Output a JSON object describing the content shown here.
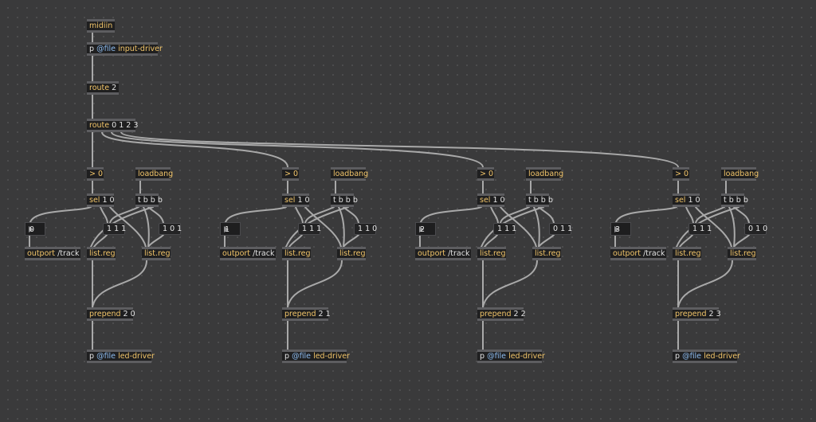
{
  "patch": {
    "midiin": "midiin",
    "input_driver": {
      "prefix": "p",
      "attr": "@file",
      "arg": "input-driver"
    },
    "route2": {
      "cls": "route",
      "args": "2"
    },
    "route0123": {
      "cls": "route",
      "args": "0 1 2 3"
    },
    "columns": [
      {
        "gt": "> 0",
        "loadbang": "loadbang",
        "sel": "sel",
        "sel_args": "1 0",
        "tbbb": "t b b b",
        "num": "0",
        "msg1": "1 1 1",
        "msg2": "1 0 1",
        "outport": "outport",
        "outport_args": "/track",
        "listreg": "list.reg",
        "prepend": "prepend",
        "prepend_args": "2 0",
        "led": {
          "prefix": "p",
          "attr": "@file",
          "arg": "led-driver"
        }
      },
      {
        "gt": "> 0",
        "loadbang": "loadbang",
        "sel": "sel",
        "sel_args": "1 0",
        "tbbb": "t b b b",
        "num": "1",
        "msg1": "1 1 1",
        "msg2": "1 1 0",
        "outport": "outport",
        "outport_args": "/track",
        "listreg": "list.reg",
        "prepend": "prepend",
        "prepend_args": "2 1",
        "led": {
          "prefix": "p",
          "attr": "@file",
          "arg": "led-driver"
        }
      },
      {
        "gt": "> 0",
        "loadbang": "loadbang",
        "sel": "sel",
        "sel_args": "1 0",
        "tbbb": "t b b b",
        "num": "2",
        "msg1": "1 1 1",
        "msg2": "0 1 1",
        "outport": "outport",
        "outport_args": "/track",
        "listreg": "list.reg",
        "prepend": "prepend",
        "prepend_args": "2 2",
        "led": {
          "prefix": "p",
          "attr": "@file",
          "arg": "led-driver"
        }
      },
      {
        "gt": "> 0",
        "loadbang": "loadbang",
        "sel": "sel",
        "sel_args": "1 0",
        "tbbb": "t b b b",
        "num": "3",
        "msg1": "1 1 1",
        "msg2": "0 1 0",
        "outport": "outport",
        "outport_args": "/track",
        "listreg": "list.reg",
        "prepend": "prepend",
        "prepend_args": "2 3",
        "led": {
          "prefix": "p",
          "attr": "@file",
          "arg": "led-driver"
        }
      }
    ]
  },
  "colors": {
    "background": "#3a3a3b",
    "object_fill": "#1f1f20",
    "class_text": "#f2c569",
    "attr_text": "#8dbcf0",
    "cable": "#a9a9a9"
  }
}
